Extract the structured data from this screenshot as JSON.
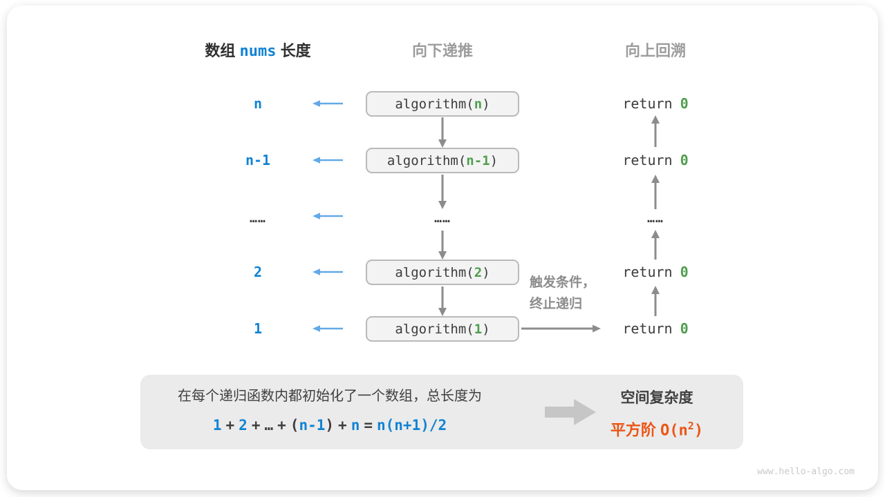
{
  "colors": {
    "accent_blue": "#1183d3",
    "arrow_light_blue": "#63a9e6",
    "code_green": "#4f9e4f",
    "result_orange": "#eb5514",
    "gray_heading": "#9c9c9c",
    "arrow_gray": "#8c8c8c",
    "box_border_gray": "#b9b9b9",
    "panel_gray": "#ebebeb"
  },
  "headers": {
    "col1_prefix": "数组 ",
    "col1_code": "nums",
    "col1_suffix": " 长度",
    "col2": "向下递推",
    "col3": "向上回溯"
  },
  "rows": [
    {
      "label": "n",
      "call_open": "algorithm(",
      "param": "n",
      "call_close": ")",
      "ret_keyword": "return",
      "ret_value": "0"
    },
    {
      "label": "n-1",
      "call_open": "algorithm(",
      "param": "n-1",
      "call_close": ")",
      "ret_keyword": "return",
      "ret_value": "0"
    },
    {
      "ellipsis_left": "……",
      "ellipsis_mid": "……",
      "ellipsis_right": "……"
    },
    {
      "label": "2",
      "call_open": "algorithm(",
      "param": "2",
      "call_close": ")",
      "ret_keyword": "return",
      "ret_value": "0"
    },
    {
      "label": "1",
      "call_open": "algorithm(",
      "param": "1",
      "call_close": ")",
      "ret_keyword": "return",
      "ret_value": "0"
    }
  ],
  "annotations": {
    "trigger_line1": "触发条件，",
    "trigger_line2": "终止递归"
  },
  "summary": {
    "line1": "在每个递归函数内都初始化了一个数组，总长度为",
    "formula": {
      "t1": "1",
      "plus1": "+",
      "t2": "2",
      "plus2": "+",
      "ellipsis": "…",
      "plus3": "+",
      "open_paren": "(",
      "t3": "n-1",
      "close_paren": ")",
      "plus4": "+",
      "t4": "n",
      "equals": "=",
      "rhs": "n(n+1)/2"
    },
    "result_title": "空间复杂度",
    "result_prefix_cjk": "平方阶 ",
    "result_prefix_code": "O(n",
    "result_sup": "2",
    "result_suffix": ")"
  },
  "watermark": "www.hello-algo.com"
}
